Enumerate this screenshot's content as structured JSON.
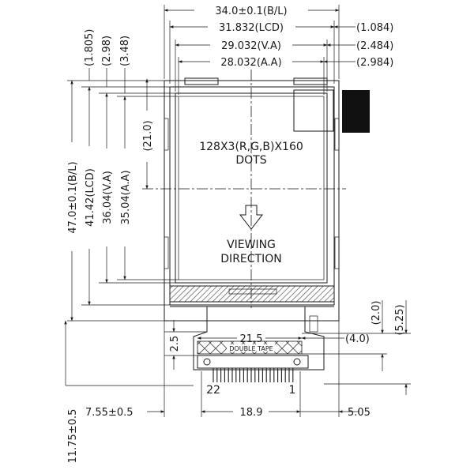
{
  "drawing": {
    "resolution_text": "128X3(R,G,B)X160",
    "dots_text": "DOTS",
    "viewing_text_1": "VIEWING",
    "viewing_text_2": "DIRECTION",
    "tape_text": "DOUBLE TAPE",
    "pin_first": "22",
    "pin_last": "1"
  },
  "dimensions": {
    "bl_width": "34.0±0.1(B/L)",
    "lcd_width": "31.832(LCD)",
    "va_width": "29.032(V.A)",
    "aa_width": "28.032(A.A)",
    "right_1084": "(1.084)",
    "right_2484": "(2.484)",
    "right_2984": "(2.984)",
    "top_1805": "(1.805)",
    "top_298": "(2.98)",
    "top_348": "(3.48)",
    "center_210": "(21.0)",
    "bl_height": "47.0±0.1(B/L)",
    "lcd_height": "41.42(LCD)",
    "va_height": "36.04(V.A)",
    "aa_height": "35.04(A.A)",
    "fpc_215": "21.5",
    "fpc_40": "(4.0)",
    "fpc_20": "(2.0)",
    "fpc_525": "(5.25)",
    "fpc_25": "2.5",
    "bottom_1175": "11.75±0.5",
    "bottom_755": "7.55±0.5",
    "bottom_189": "18.9",
    "bottom_505": "5.05"
  }
}
